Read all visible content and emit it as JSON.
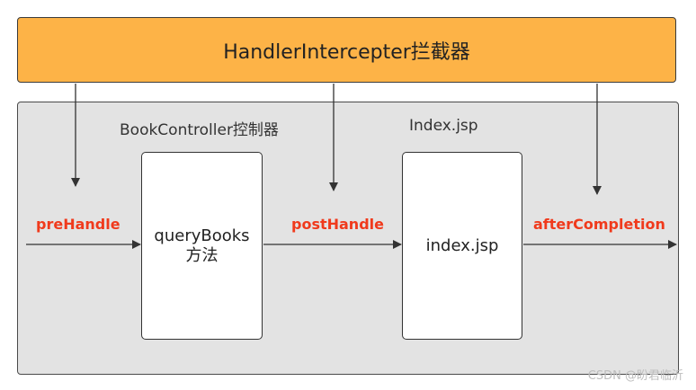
{
  "interceptor": {
    "title": "HandlerIntercepter拦截器"
  },
  "container": {
    "controller_label": "BookController控制器",
    "view_label": "Index.jsp"
  },
  "method_box": {
    "line1": "queryBooks",
    "line2": "方法"
  },
  "view_box": {
    "label": "index.jsp"
  },
  "hooks": {
    "pre": "preHandle",
    "post": "postHandle",
    "after": "afterCompletion"
  },
  "watermark": "CSDN @盼君临沂",
  "colors": {
    "interceptor_fill": "#fdb347",
    "container_fill": "#e3e3e3",
    "hook_text": "#f03a1c",
    "arrow": "#333333"
  }
}
